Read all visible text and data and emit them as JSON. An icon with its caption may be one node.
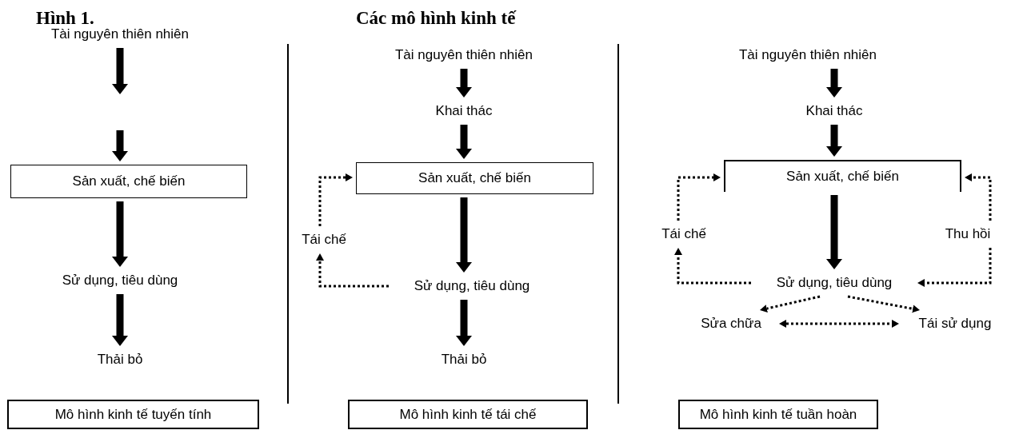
{
  "diagram": {
    "title": "Các mô hình kinh tế",
    "nodes": [
      {
        "text": [
          "Tài nguyên thiên nhiên"
        ]
      },
      {
        "text": [
          "Sản xuất, chế biến"
        ]
      },
      {
        "text": [
          "Sử dụng, tiêu dùng"
        ]
      },
      {
        "text": [
          "Thải bỏ"
        ]
      },
      {
        "text": [
          "Mô hình kinh tế tuyến tính"
        ]
      },
      {
        "text": [
          "Tài nguyên thiên nhiên"
        ]
      },
      {
        "text": [
          "Khai thác"
        ]
      },
      {
        "text": [
          "Sản xuất, chế biến"
        ]
      },
      {
        "text": [
          "Tái chế"
        ]
      },
      {
        "text": [
          "Sử dụng, tiêu dùng"
        ]
      },
      {
        "text": [
          "Thải bỏ"
        ]
      },
      {
        "text": [
          "Mô hình kinh tế tái chế"
        ]
      },
      {
        "text": [
          "Tài nguyên thiên nhiên"
        ]
      },
      {
        "text": [
          "Khai thác"
        ]
      },
      {
        "text": [
          "Sản xuất, chế biến"
        ]
      },
      {
        "text": [
          "Tái chế"
        ]
      },
      {
        "text": [
          "Thu hồi"
        ]
      },
      {
        "text": [
          "Sử dụng, tiêu dùng"
        ]
      },
      {
        "text": [
          "Sửa chữa"
        ]
      },
      {
        "text": [
          "Tái sử dụng"
        ]
      },
      {
        "text": [
          "Mô hình kinh tế tuần hoàn"
        ]
      }
    ],
    "edges": [
      {
        "from": 0,
        "to": null,
        "arrow": "to"
      },
      {
        "from": null,
        "to": 1,
        "arrow": "to"
      },
      {
        "from": 1,
        "to": 2,
        "arrow": "to"
      },
      {
        "from": 2,
        "to": 3,
        "arrow": "to"
      },
      {
        "from": 5,
        "to": 6,
        "arrow": "to"
      },
      {
        "from": 6,
        "to": 7,
        "arrow": "to"
      },
      {
        "from": 7,
        "to": 9,
        "arrow": "to"
      },
      {
        "from": 9,
        "to": 10,
        "arrow": "to"
      },
      {
        "from": 9,
        "to": 8,
        "arrow": "to",
        "style": "dashed"
      },
      {
        "from": 8,
        "to": 7,
        "arrow": "to",
        "style": "dashed"
      },
      {
        "from": 12,
        "to": 13,
        "arrow": "to"
      },
      {
        "from": 13,
        "to": 14,
        "arrow": "to"
      },
      {
        "from": 14,
        "to": 17,
        "arrow": "to"
      },
      {
        "from": 17,
        "to": 15,
        "arrow": "to",
        "style": "dashed"
      },
      {
        "from": 15,
        "to": 14,
        "arrow": "to",
        "style": "dashed"
      },
      {
        "from": 16,
        "to": 14,
        "arrow": "to",
        "style": "dashed"
      },
      {
        "from": 16,
        "to": 17,
        "arrow": "to",
        "style": "dashed"
      },
      {
        "from": 17,
        "to": 18,
        "arrow": "to",
        "style": "dashed"
      },
      {
        "from": 17,
        "to": 19,
        "arrow": "to",
        "style": "dashed"
      },
      {
        "from": 18,
        "to": 19,
        "arrow": "both",
        "style": "dashed"
      }
    ],
    "labels": [
      "Hình 1."
    ]
  }
}
